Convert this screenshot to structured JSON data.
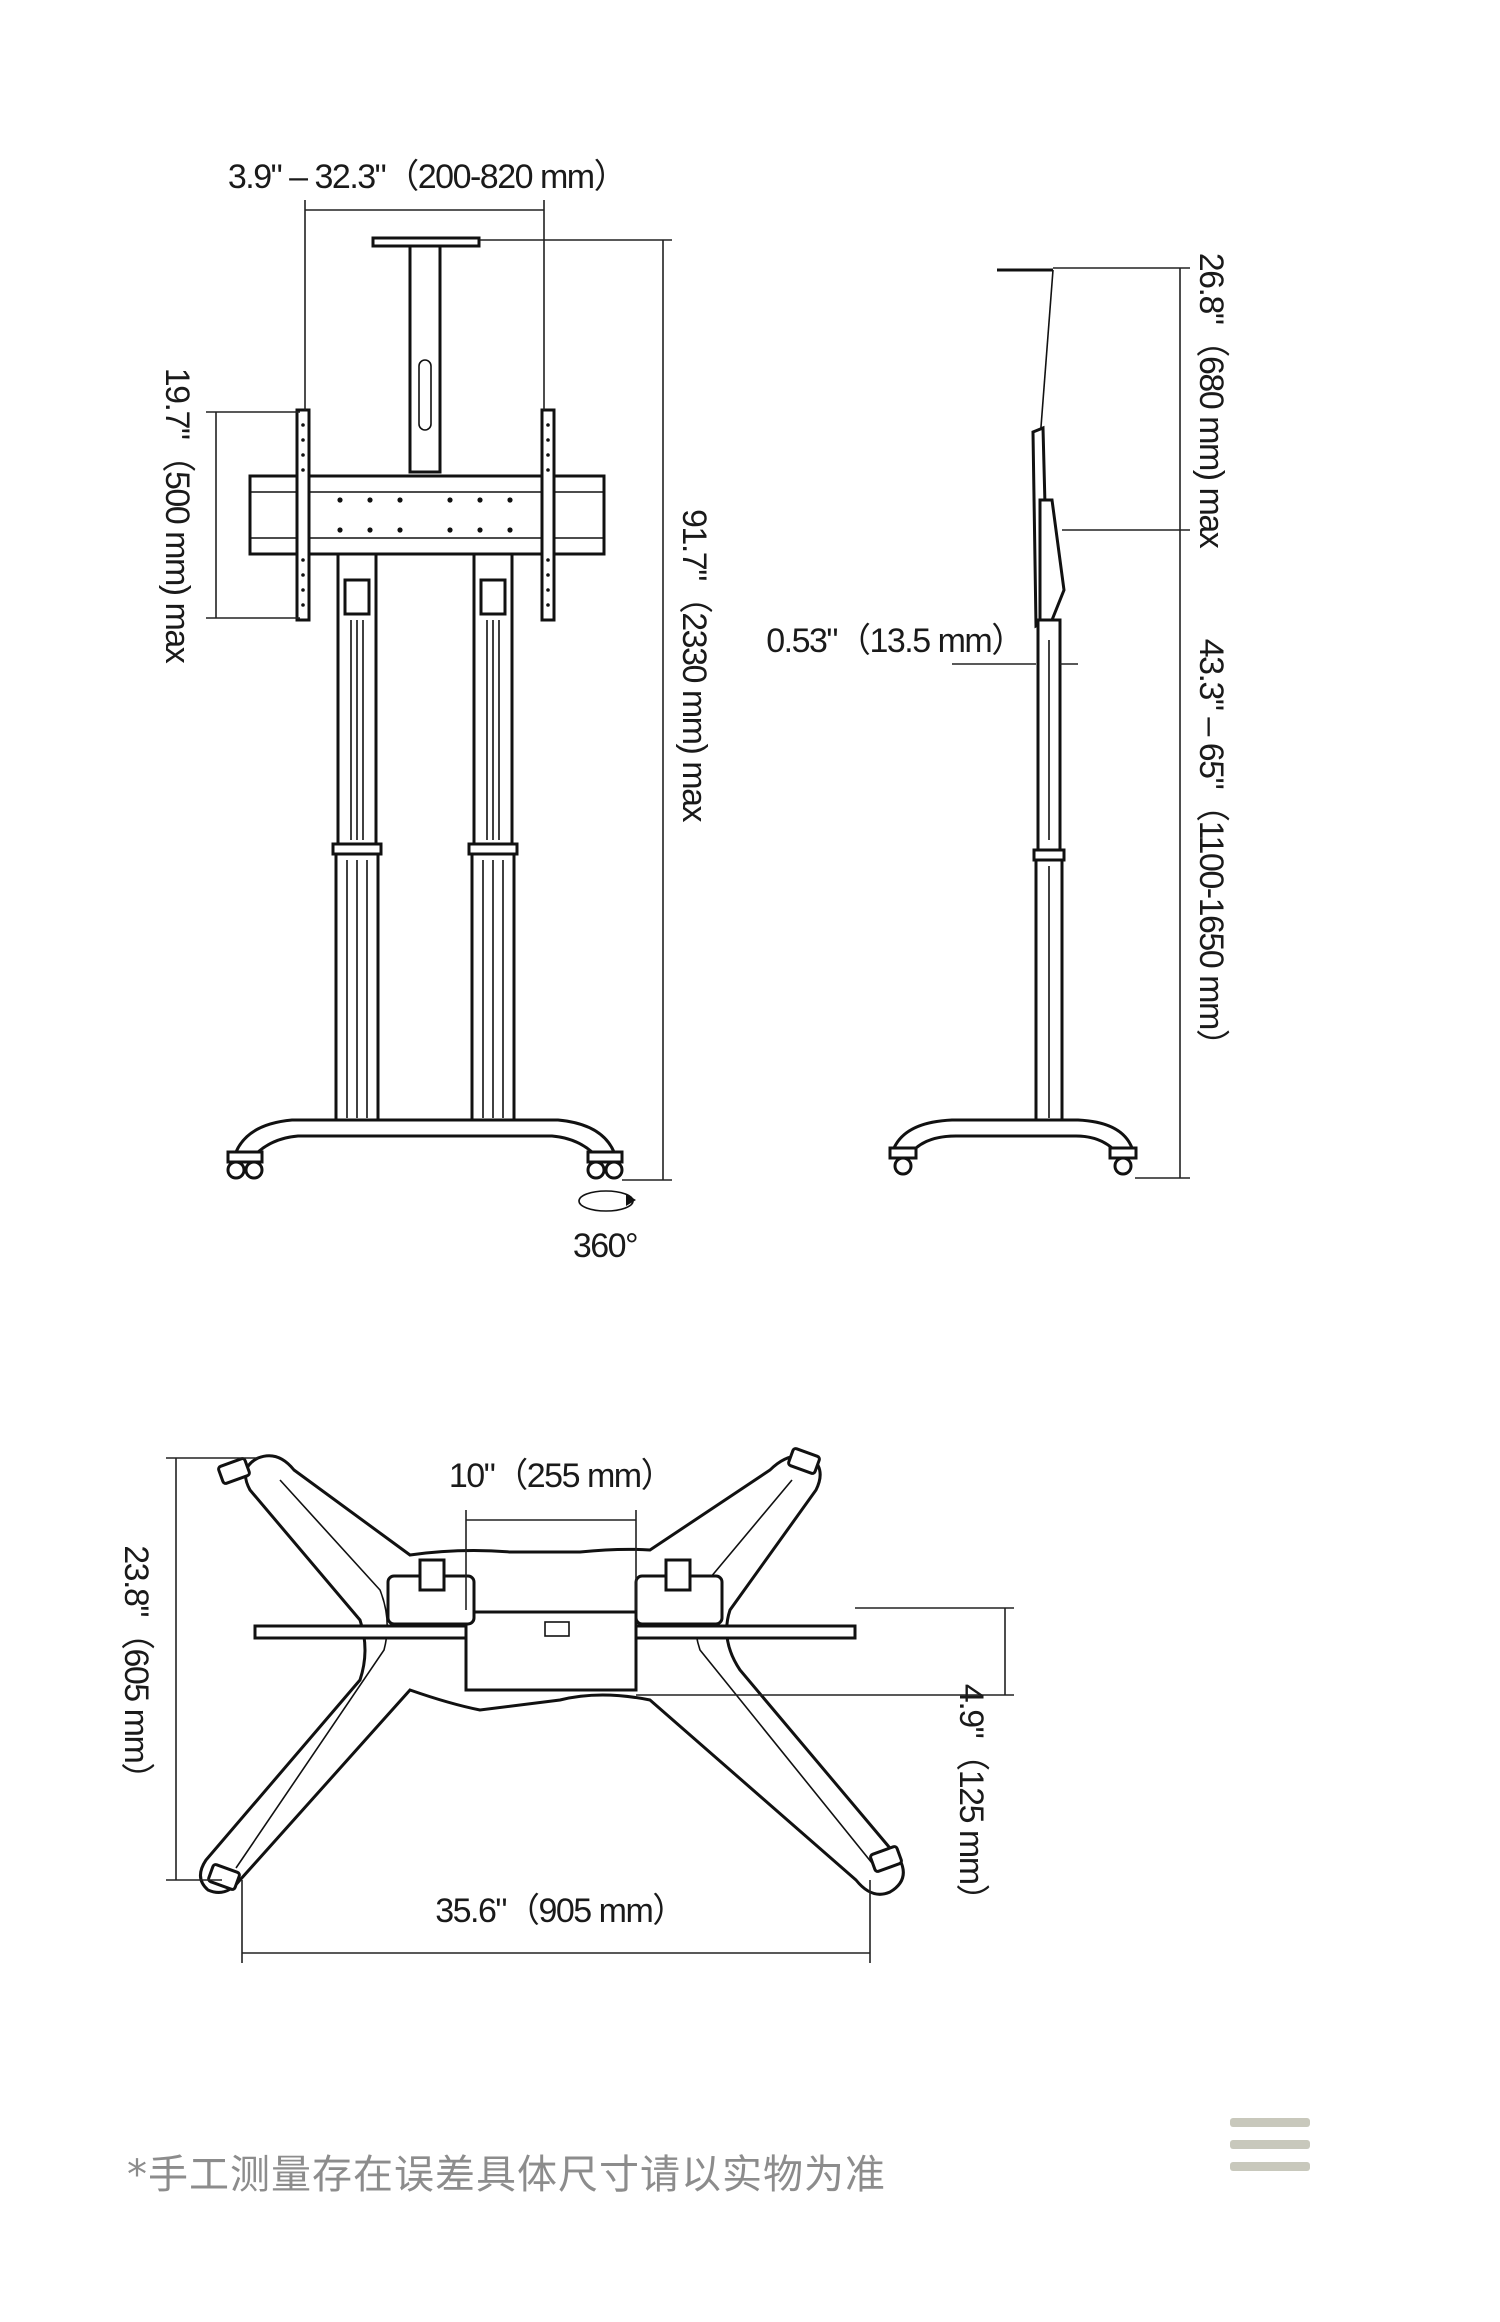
{
  "front_view": {
    "width_range_label": "3.9\" – 32.3\"（200-820 mm）",
    "vesa_height_label": "19.7\"（500 mm) max",
    "total_height_label": "91.7\"（2330 mm) max",
    "rotation_label": "360°"
  },
  "side_view": {
    "top_extension_label": "26.8\"（680 mm) max",
    "gap_label": "0.53\"（13.5 mm）",
    "height_range_label": "43.3\" – 65\"（1100-1650 mm）"
  },
  "top_view": {
    "inner_width_label": "10\"（255 mm）",
    "depth_label": "23.8\"（605 mm）",
    "base_width_label": "35.6\"（905 mm）",
    "offset_label": "4.9\"（125 mm）"
  },
  "footnote": "*手工测量存在误差具体尺寸请以实物为准",
  "menu_icon": "hamburger-menu-icon",
  "colors": {
    "line": "#111111",
    "footnote_text": "#8c8c8c",
    "menu_icon": "#c8c8bc"
  }
}
